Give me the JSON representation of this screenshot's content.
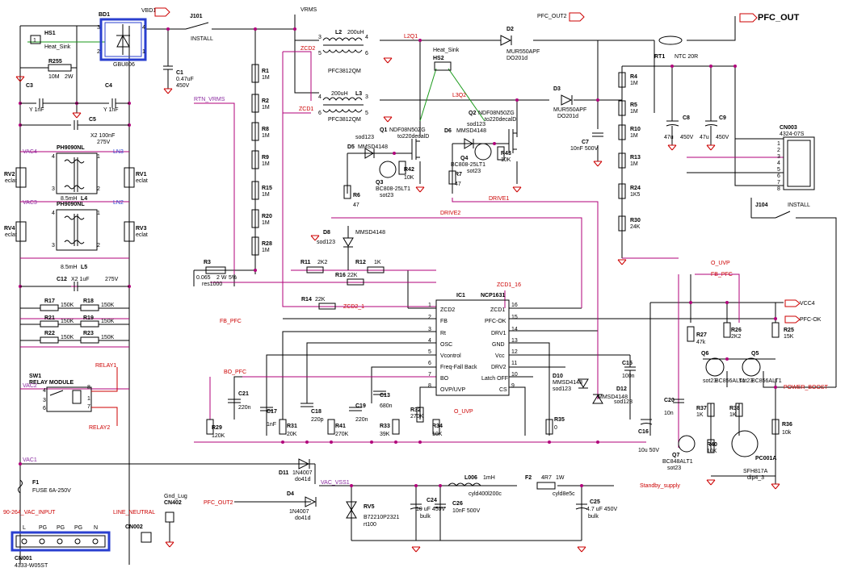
{
  "nets": {
    "pfc_out": "PFC_OUT",
    "pfc_out2_top": "PFC_OUT2",
    "pfc_out2_bot": "PFC_OUT2",
    "vrms": "VRMS",
    "rtn_vrms": "RTN_VRMS",
    "l2q1": "L2Q1",
    "l3q2": "L3Q2",
    "zcd2": "ZCD2",
    "zcd1": "ZCD1",
    "drive1": "DRIVE1",
    "drive2": "DRIVE2",
    "zcd1_16": "ZCD1_16",
    "zcd2_1": "ZCD2_1",
    "fb_pfc_left": "FB_PFC",
    "fb_pfc_right": "FB_PFC",
    "bo_pfc": "BO_PFC",
    "o_uvp_right": "O_UVP",
    "o_uvp_mid": "O_UVP",
    "vcc4": "VCC4",
    "pfc_ok": "PFC-OK",
    "power_boost": "POWER_BOOST",
    "vac4": "VAC4",
    "ln3": "LN3",
    "vac3": "VAC3",
    "ln2": "LN2",
    "vac2": "VAC2",
    "vac1": "VAC1",
    "vac_vss1": "VAC_VSS1",
    "relay1": "RELAY1",
    "relay2": "RELAY2",
    "standby": "Standby_supply",
    "vac_input": "90-264_VAC_INPUT",
    "line_neutral": "LINE_NEUTRAL"
  },
  "components": {
    "bd1": {
      "ref": "BD1",
      "value": "GBU806"
    },
    "vbd1": {
      "ref": "VBD1"
    },
    "hs1": {
      "ref": "HS1",
      "value": "Heat_Sink",
      "pin": "1"
    },
    "hs2": {
      "ref": "HS2",
      "value": "Heat_Sink"
    },
    "j101": {
      "ref": "J101",
      "value": "INSTALL"
    },
    "j104": {
      "ref": "J104",
      "value": "INSTALL"
    },
    "c1": {
      "ref": "C1",
      "v1": "0.47uF",
      "v2": "450V"
    },
    "r255": {
      "ref": "R255",
      "value": "10M",
      "rating": "2W"
    },
    "c3": {
      "ref": "C3",
      "value": "Y 1nF"
    },
    "c4": {
      "ref": "C4",
      "value": "Y 1nF"
    },
    "c5": {
      "ref": "C5",
      "v1": "X2 100nF",
      "v2": "275V"
    },
    "l4": {
      "ref": "L4",
      "part": "PH9090NL",
      "value": "8.5mH"
    },
    "l5": {
      "ref": "L5",
      "part": "PH9090NL",
      "value": "8.5mH"
    },
    "rv1": {
      "ref": "RV1",
      "value": "eclat"
    },
    "rv2": {
      "ref": "RV2",
      "value": "eclat"
    },
    "rv3": {
      "ref": "RV3",
      "value": "eclat"
    },
    "rv4": {
      "ref": "RV4",
      "value": "eclat"
    },
    "c12": {
      "ref": "C12",
      "v1": "X2 1uF",
      "v2": "275V"
    },
    "r17": {
      "ref": "R17",
      "value": "150K"
    },
    "r18": {
      "ref": "R18",
      "value": "150K"
    },
    "r21": {
      "ref": "R21",
      "value": "150K"
    },
    "r19": {
      "ref": "R19",
      "value": "150K"
    },
    "r22": {
      "ref": "R22",
      "value": "150K"
    },
    "r23": {
      "ref": "R23",
      "value": "150K"
    },
    "sw1": {
      "ref": "SW1",
      "value": "RELAY MODULE"
    },
    "f1": {
      "ref": "F1",
      "value": "FUSE 6A-250V"
    },
    "cn001": {
      "ref": "CN001",
      "value": "4333-W05ST",
      "pins": [
        "L",
        "PG",
        "PG",
        "PG",
        "N"
      ]
    },
    "cn002": {
      "ref": "CN002"
    },
    "cn402": {
      "ref": "CN402",
      "value": "Gnd_Lug"
    },
    "cn003": {
      "ref": "CN003",
      "value": "4324-07S"
    },
    "l2": {
      "ref": "L2",
      "value": "200uH",
      "part": "PFC3812QM"
    },
    "l3": {
      "ref": "L3",
      "value": "200uH",
      "part": "PFC3812QM"
    },
    "d2": {
      "ref": "D2",
      "part": "MUR550APF",
      "pkg": "DO201d"
    },
    "d3": {
      "ref": "D3",
      "part": "MUR550APF",
      "pkg": "DO201d"
    },
    "rt1": {
      "ref": "RT1",
      "value": "NTC 20R"
    },
    "c7": {
      "ref": "C7",
      "value": "10nF 500V"
    },
    "c8": {
      "ref": "C8",
      "value": "47u",
      "v2": "450V"
    },
    "c9": {
      "ref": "C9",
      "value": "47u",
      "v2": "450V"
    },
    "q1": {
      "ref": "Q1",
      "part": "NDF08N50ZG",
      "pkg": "to220decalD"
    },
    "q2": {
      "ref": "Q2",
      "part": "NDF08N50ZG",
      "pkg": "to220decalD"
    },
    "q3": {
      "ref": "Q3",
      "part": "BC808-25LT1",
      "pkg": "sot23"
    },
    "q4": {
      "ref": "Q4",
      "part": "BC808-25LT1",
      "pkg": "sot23"
    },
    "d5": {
      "ref": "D5",
      "pkg": "sod123",
      "part": "MMSD4148"
    },
    "d6": {
      "ref": "D6",
      "part": "MMSD4148",
      "pkg": "sod123"
    },
    "d8": {
      "ref": "D8",
      "part": "MMSD4148",
      "pkg": "sod123"
    },
    "d10": {
      "ref": "D10",
      "part": "MMSD4148",
      "pkg": "sod123"
    },
    "d12": {
      "ref": "D12",
      "part": "MMSD4148",
      "pkg": "sod123"
    },
    "r42": {
      "ref": "R42",
      "value": "10K"
    },
    "r43": {
      "ref": "R43",
      "value": "10K"
    },
    "r6": {
      "ref": "R6",
      "value": "47"
    },
    "r7": {
      "ref": "R7",
      "value": "47"
    },
    "r1": {
      "ref": "R1",
      "value": "1M"
    },
    "r2": {
      "ref": "R2",
      "value": "1M"
    },
    "r8": {
      "ref": "R8",
      "value": "1M"
    },
    "r9": {
      "ref": "R9",
      "value": "1M"
    },
    "r15": {
      "ref": "R15",
      "value": "1M"
    },
    "r20": {
      "ref": "R20",
      "value": "1M"
    },
    "r28": {
      "ref": "R28",
      "value": "1M"
    },
    "r4": {
      "ref": "R4",
      "value": "1M"
    },
    "r5": {
      "ref": "R5",
      "value": "1M"
    },
    "r10": {
      "ref": "R10",
      "value": "1M"
    },
    "r13": {
      "ref": "R13",
      "value": "1M"
    },
    "r24": {
      "ref": "R24",
      "value": "1K5"
    },
    "r30": {
      "ref": "R30",
      "value": "24K"
    },
    "r3": {
      "ref": "R3",
      "value": "0.065",
      "rating": "2 W",
      "tol": "5%",
      "pkg": "res1000"
    },
    "r11": {
      "ref": "R11",
      "value": "2K2"
    },
    "r12": {
      "ref": "R12",
      "value": "1K"
    },
    "r16": {
      "ref": "R16",
      "value": "22K"
    },
    "r14": {
      "ref": "R14",
      "value": "22K"
    },
    "ic1": {
      "ref": "IC1",
      "part": "NCP1631",
      "left": [
        [
          "1",
          "ZCD2"
        ],
        [
          "2",
          "FB"
        ],
        [
          "3",
          "Rt"
        ],
        [
          "4",
          "OSC"
        ],
        [
          "5",
          "Vcontrol"
        ],
        [
          "6",
          "Freq-Fall Back"
        ],
        [
          "7",
          "BO"
        ],
        [
          "8",
          "OVP/UVP"
        ]
      ],
      "right": [
        [
          "16",
          "ZCD1"
        ],
        [
          "15",
          "PFC-OK"
        ],
        [
          "14",
          "DRV1"
        ],
        [
          "13",
          "GND"
        ],
        [
          "12",
          "Vcc"
        ],
        [
          "11",
          "DRV2"
        ],
        [
          "10",
          "Latch OFF"
        ],
        [
          "9",
          "CS"
        ]
      ]
    },
    "r29": {
      "ref": "R29",
      "value": "120K"
    },
    "c21": {
      "ref": "C21",
      "value": "220n"
    },
    "c17": {
      "ref": "C17",
      "value": "1nF"
    },
    "r31": {
      "ref": "R31",
      "value": "20K"
    },
    "c18": {
      "ref": "C18",
      "value": "220p"
    },
    "r41": {
      "ref": "R41",
      "value": "270K"
    },
    "c19": {
      "ref": "C19",
      "value": "220n"
    },
    "c13": {
      "ref": "C13",
      "value": "680n"
    },
    "r33": {
      "ref": "R33",
      "value": "39K"
    },
    "r32": {
      "ref": "R32",
      "value": "270K"
    },
    "r34": {
      "ref": "R34",
      "value": "10K"
    },
    "r35": {
      "ref": "R35",
      "value": "0"
    },
    "c15": {
      "ref": "C15",
      "value": "100n"
    },
    "c16": {
      "ref": "C16",
      "value": "10u 50V"
    },
    "c20": {
      "ref": "C20",
      "value": "10n"
    },
    "r27": {
      "ref": "R27",
      "value": "47k"
    },
    "r26": {
      "ref": "R26",
      "value": "2K2"
    },
    "r25": {
      "ref": "R25",
      "value": "15K"
    },
    "q6": {
      "ref": "Q6",
      "part": "BC856ALT1",
      "pkg": "sot23"
    },
    "q5": {
      "ref": "Q5",
      "part": "BC856ALT1",
      "pkg": "sot23"
    },
    "r37": {
      "ref": "R37",
      "value": "1K"
    },
    "r38": {
      "ref": "R38",
      "value": "1K"
    },
    "r40": {
      "ref": "R40",
      "value": "10K"
    },
    "r36": {
      "ref": "R36",
      "value": "10k"
    },
    "q7": {
      "ref": "Q7",
      "part": "BC848ALT1",
      "pkg": "sot23"
    },
    "pc001": {
      "ref": "PC001A",
      "part": "SFH817A",
      "pkg": "dip4_3"
    },
    "d11": {
      "ref": "D11",
      "part": "1N4007",
      "pkg": "do41d"
    },
    "d4": {
      "ref": "D4",
      "part": "1N4007",
      "pkg": "do41d"
    },
    "rv5": {
      "ref": "RV5",
      "part": "B72210P2321",
      "pkg": "rt100"
    },
    "c24": {
      "ref": "C24",
      "value": "10 uF 450V",
      "pkg": "bulk"
    },
    "l006": {
      "ref": "L006",
      "value": "1mH",
      "pkg": "cyld400l200c"
    },
    "c26": {
      "ref": "C26",
      "value": "10nF 500V"
    },
    "f2": {
      "ref": "F2",
      "value": "4R7",
      "rating": "1W",
      "pkg": "cyld8e5c"
    },
    "c25": {
      "ref": "C25",
      "value": "4.7 uF 450V",
      "pkg": "bulk"
    }
  }
}
